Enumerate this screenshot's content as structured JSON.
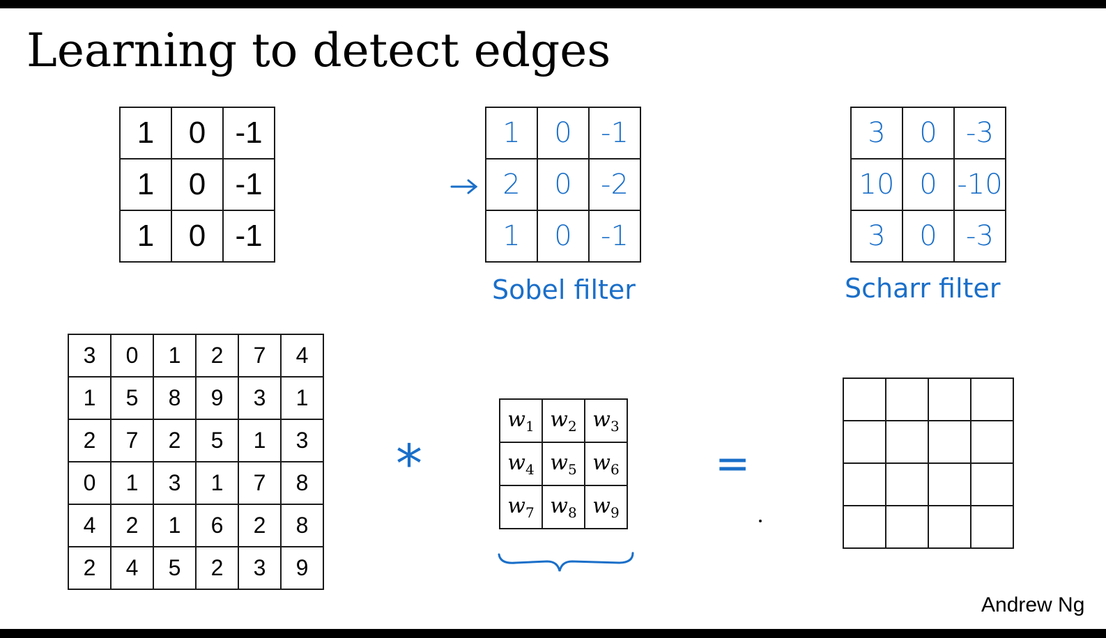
{
  "title": "Learning to detect edges",
  "vertical_filter": [
    [
      "1",
      "0",
      "-1"
    ],
    [
      "1",
      "0",
      "-1"
    ],
    [
      "1",
      "0",
      "-1"
    ]
  ],
  "sobel_filter": {
    "cells": [
      [
        "1",
        "0",
        "-1"
      ],
      [
        "2",
        "0",
        "-2"
      ],
      [
        "1",
        "0",
        "-1"
      ]
    ],
    "label": "Sobel filter"
  },
  "scharr_filter": {
    "cells": [
      [
        "3",
        "0",
        "-3"
      ],
      [
        "10",
        "0",
        "-10"
      ],
      [
        "3",
        "0",
        "-3"
      ]
    ],
    "label": "Scharr filter"
  },
  "image": [
    [
      "3",
      "0",
      "1",
      "2",
      "7",
      "4"
    ],
    [
      "1",
      "5",
      "8",
      "9",
      "3",
      "1"
    ],
    [
      "2",
      "7",
      "2",
      "5",
      "1",
      "3"
    ],
    [
      "0",
      "1",
      "3",
      "1",
      "7",
      "8"
    ],
    [
      "4",
      "2",
      "1",
      "6",
      "2",
      "8"
    ],
    [
      "2",
      "4",
      "5",
      "2",
      "3",
      "9"
    ]
  ],
  "weights": [
    [
      "w",
      "1",
      "w",
      "2",
      "w",
      "3"
    ],
    [
      "w",
      "4",
      "w",
      "5",
      "w",
      "6"
    ],
    [
      "w",
      "7",
      "w",
      "8",
      "w",
      "9"
    ]
  ],
  "operators": {
    "convolve": "*",
    "equals": "="
  },
  "output_grid": {
    "rows": 4,
    "cols": 4
  },
  "author": "Andrew Ng",
  "colors": {
    "ink": "#1a6fc9",
    "grid": "#1a1a1a",
    "bars": "#000000"
  }
}
